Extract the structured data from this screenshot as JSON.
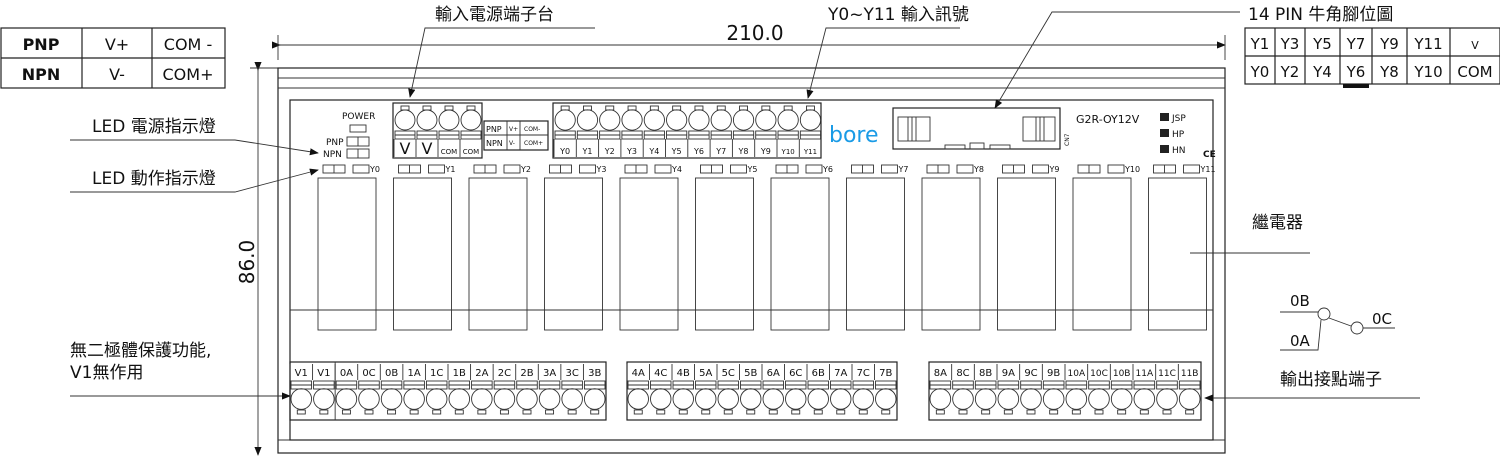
{
  "wiring_table": {
    "rows": [
      {
        "type": "PNP",
        "v": "V+",
        "com": "COM -"
      },
      {
        "type": "NPN",
        "v": "V-",
        "com": "COM+"
      }
    ]
  },
  "pin_table": {
    "top": [
      "Y1",
      "Y3",
      "Y5",
      "Y7",
      "Y9",
      "Y11",
      "V"
    ],
    "bottom": [
      "Y0",
      "Y2",
      "Y4",
      "Y6",
      "Y8",
      "Y10",
      "COM"
    ],
    "marked_pin": "Y6"
  },
  "dimensions": {
    "width": "210.0",
    "height": "86.0"
  },
  "callouts": {
    "power_terminal": "輸入電源端子台",
    "input_signal": "Y0~Y11 輸入訊號",
    "pin_diagram": "14 PIN 牛角腳位圖",
    "led_power": "LED 電源指示燈",
    "led_action": "LED 動作指示燈",
    "relay": "繼電器",
    "output_terminal": "輸出接點端子",
    "no_diode_line1": "無二極體保護功能,",
    "no_diode_line2": "V1無作用"
  },
  "contact_diagram": {
    "nc": "0B",
    "com": "0C",
    "no": "0A"
  },
  "board": {
    "power_label": "POWER",
    "pnp_label": "PNP",
    "npn_label": "NPN",
    "power_terminals": [
      "V",
      "V",
      "COM",
      "COM"
    ],
    "mini_table": [
      [
        "PNP",
        "V+",
        "COM-"
      ],
      [
        "NPN",
        "V-",
        "COM+"
      ]
    ],
    "input_terminals": [
      "Y0",
      "Y1",
      "Y2",
      "Y3",
      "Y4",
      "Y5",
      "Y6",
      "Y7",
      "Y8",
      "Y9",
      "Y10",
      "Y11"
    ],
    "brand": "bore",
    "brand_color": "#1a9be6",
    "connector_label": "CN7",
    "model": "G2R-OY12V",
    "jumpers": [
      "JSP",
      "HP",
      "HN"
    ],
    "ce_mark": "CE",
    "led_labels": [
      "Y0",
      "Y1",
      "Y2",
      "Y3",
      "Y4",
      "Y5",
      "Y6",
      "Y7",
      "Y8",
      "Y9",
      "Y10",
      "Y11"
    ],
    "output_blocks": [
      [
        "V1",
        "V1",
        "0A",
        "0C",
        "0B",
        "1A",
        "1C",
        "1B",
        "2A",
        "2C",
        "2B",
        "3A",
        "3C",
        "3B"
      ],
      [
        "4A",
        "4C",
        "4B",
        "5A",
        "5C",
        "5B",
        "6A",
        "6C",
        "6B",
        "7A",
        "7C",
        "7B"
      ],
      [
        "8A",
        "8C",
        "8B",
        "9A",
        "9C",
        "9B",
        "10A",
        "10C",
        "10B",
        "11A",
        "11C",
        "11B"
      ]
    ]
  }
}
